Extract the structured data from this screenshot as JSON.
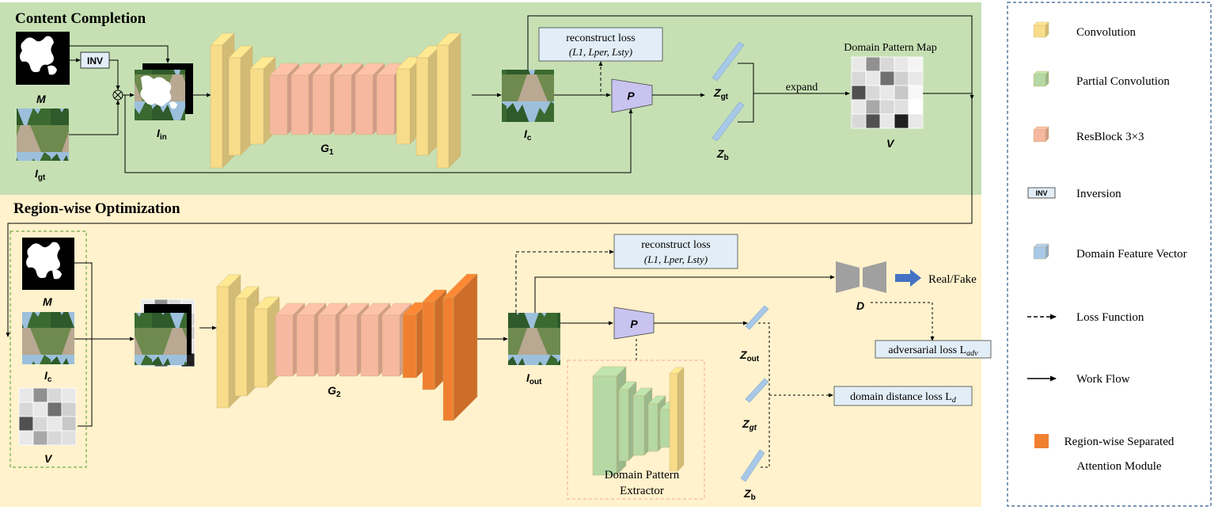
{
  "sections": {
    "top_title": "Content Completion",
    "bottom_title": "Region-wise Optimization"
  },
  "labels": {
    "inv": "INV",
    "M": "M",
    "I_gt": "I",
    "I_gt_sub": "gt",
    "I_in": "I",
    "I_in_sub": "in",
    "G1": "G",
    "G1_sub": "1",
    "I_c": "I",
    "I_c_sub": "c",
    "P": "P",
    "Z_gt": "Z",
    "Z_gt_sub": "gt",
    "Z_b": "Z",
    "Z_b_sub": "b",
    "expand": "expand",
    "domain_pattern_map": "Domain Pattern Map",
    "V": "V",
    "G2": "G",
    "G2_sub": "2",
    "I_out": "I",
    "I_out_sub": "out",
    "Z_out": "Z",
    "Z_out_sub": "out",
    "D": "D",
    "real_fake": "Real/Fake",
    "dpe_line1": "Domain Pattern",
    "dpe_line2": "Extractor"
  },
  "losses": {
    "reconstruct_top": "reconstruct loss",
    "reconstruct_top_terms": "(L1, Lper, Lsty)",
    "reconstruct_bottom": "reconstruct loss",
    "reconstruct_bottom_terms": "(L1, Lper, Lsty)",
    "adversarial": "adversarial loss L",
    "adversarial_sub": "adv",
    "domain_distance": "domain distance loss L",
    "domain_distance_sub": "d"
  },
  "legend": {
    "items": [
      {
        "label": "Convolution",
        "icon": "yellow-cube-icon",
        "color": "#f7dc8a"
      },
      {
        "label": "Partial Convolution",
        "icon": "green-cube-icon",
        "color": "#b5d8a5"
      },
      {
        "label": "ResBlock 3×3",
        "icon": "salmon-cube-icon",
        "color": "#f6b8a0"
      },
      {
        "label": "Inversion",
        "icon": "inv-box-icon",
        "color": "#e2eef7"
      },
      {
        "label": "Domain Feature Vector",
        "icon": "blue-cube-icon",
        "color": "#a8c8e8"
      },
      {
        "label": "Loss Function",
        "icon": "dashed-arrow-icon",
        "color": "#000000"
      },
      {
        "label": "Work Flow",
        "icon": "solid-arrow-icon",
        "color": "#000000"
      },
      {
        "label": "Region-wise Separated",
        "label2": "Attention Module",
        "icon": "orange-square-icon",
        "color": "#f08030"
      }
    ]
  },
  "colors": {
    "top_bg": "#c6e0b4",
    "bottom_bg": "#fff2cc",
    "conv": "#f7dc8a",
    "resblock": "#f6b8a0",
    "attention": "#f08030",
    "partial_conv": "#b5d8a5",
    "vector": "#a8c8e8",
    "P_block": "#c9c3f0",
    "D_block": "#a0a0a0",
    "loss_box": "#e2eef7",
    "arrow_blue": "#4472c4"
  }
}
